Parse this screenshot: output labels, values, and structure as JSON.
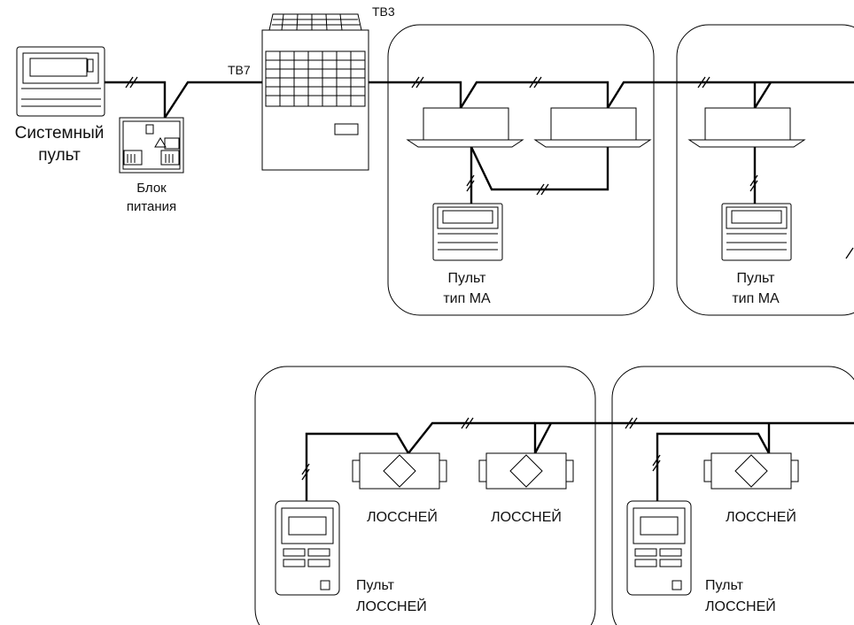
{
  "labels": {
    "system_remote": [
      "Системный",
      "пульт"
    ],
    "power_supply": [
      "Блок",
      "питания"
    ],
    "tb3": "TB3",
    "tb7": "TB7",
    "ma_remote_1": [
      "Пульт",
      "тип МА"
    ],
    "ma_remote_2": [
      "Пульт",
      "тип МА"
    ],
    "lossnay_unit_1": "ЛОССНЕЙ",
    "lossnay_unit_2": "ЛОССНЕЙ",
    "lossnay_unit_3": "ЛОССНЕЙ",
    "lossnay_remote_1": [
      "Пульт",
      "ЛОССНЕЙ"
    ],
    "lossnay_remote_2": [
      "Пульт",
      "ЛОССНЕЙ"
    ]
  }
}
